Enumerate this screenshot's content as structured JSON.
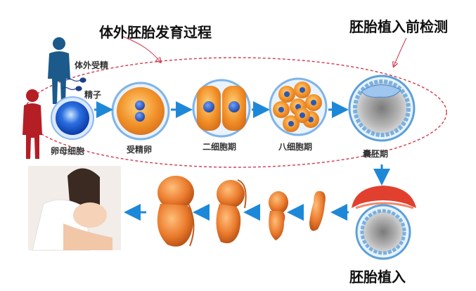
{
  "titles": {
    "ivf_process": "体外胚胎发育过程",
    "pre_implantation_test": "胚胎植入前检测",
    "implantation": "胚胎植入"
  },
  "labels": {
    "ivf_fertilization": "体外受精",
    "sperm": "精子",
    "egg_cell": "卵母细胞",
    "fertilized_egg": "受精卵",
    "two_cell": "二细胞期",
    "eight_cell": "八细胞期",
    "blastocyst": "囊胚期"
  },
  "colors": {
    "ellipse": "#d23a4a",
    "arrow": "#1e88d8",
    "cell_orange": "#f2922a",
    "cell_blue": "#2a58b8",
    "embryo": "#e8782c"
  }
}
